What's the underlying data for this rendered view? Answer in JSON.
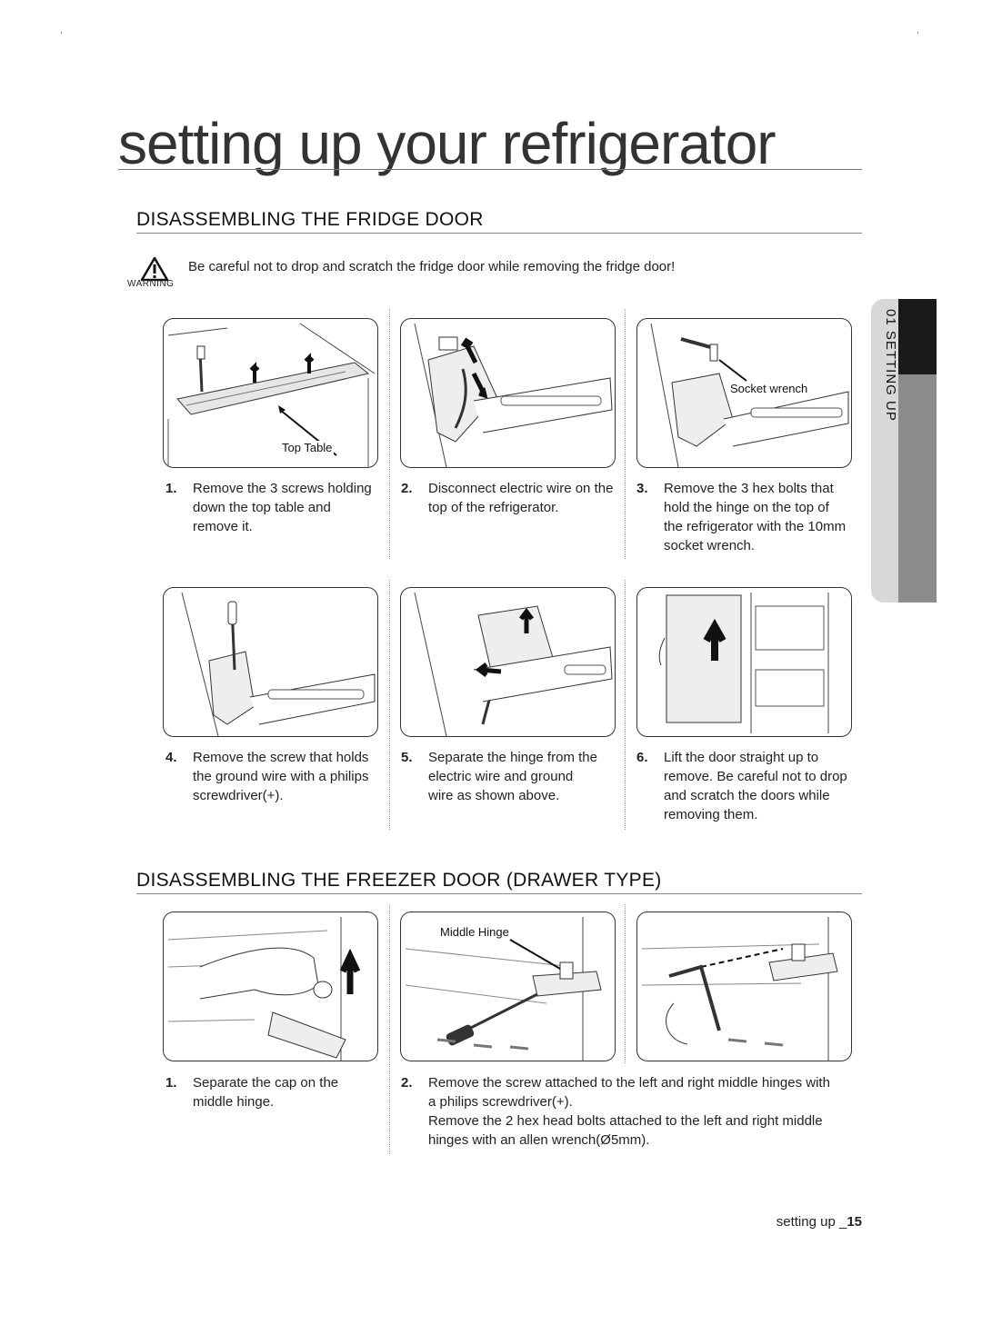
{
  "page": {
    "title": "setting up your refrigerator",
    "side_tab": "01 SETTING UP",
    "footer_section": "setting up _",
    "footer_page": "15"
  },
  "fridge_section": {
    "heading": "DISASSEMBLING THE FRIDGE DOOR",
    "warning_label": "WARNING",
    "warning_text": "Be careful not to drop and scratch the fridge door while removing the fridge door!",
    "steps": [
      {
        "num": "1.",
        "text": "Remove the 3 screws holding down the top table and remove it.",
        "callout": "Top Table"
      },
      {
        "num": "2.",
        "text": "Disconnect electric wire on the top of the refrigerator."
      },
      {
        "num": "3.",
        "text": "Remove the 3 hex bolts that hold the hinge on the top of the refrigerator with the 10mm socket wrench.",
        "callout": "Socket wrench"
      },
      {
        "num": "4.",
        "text": "Remove the screw that holds the ground wire with a philips screwdriver(+)."
      },
      {
        "num": "5.",
        "text": "Separate the hinge from the electric wire and ground wire as shown above."
      },
      {
        "num": "6.",
        "text": "Lift the door straight up to remove. Be careful not to drop and scratch the doors while removing them."
      }
    ]
  },
  "freezer_section": {
    "heading": "DISASSEMBLING THE FREEZER DOOR (DRAWER TYPE)",
    "steps": [
      {
        "num": "1.",
        "text": "Separate the cap on the middle hinge."
      },
      {
        "num": "2.",
        "text": "Remove the screw attached to the left and right middle hinges with a philips screwdriver(+).",
        "text2": "Remove the 2 hex head bolts attached to the left and right middle hinges with an allen wrench(Ø5mm).",
        "callout": "Middle Hinge"
      }
    ]
  }
}
